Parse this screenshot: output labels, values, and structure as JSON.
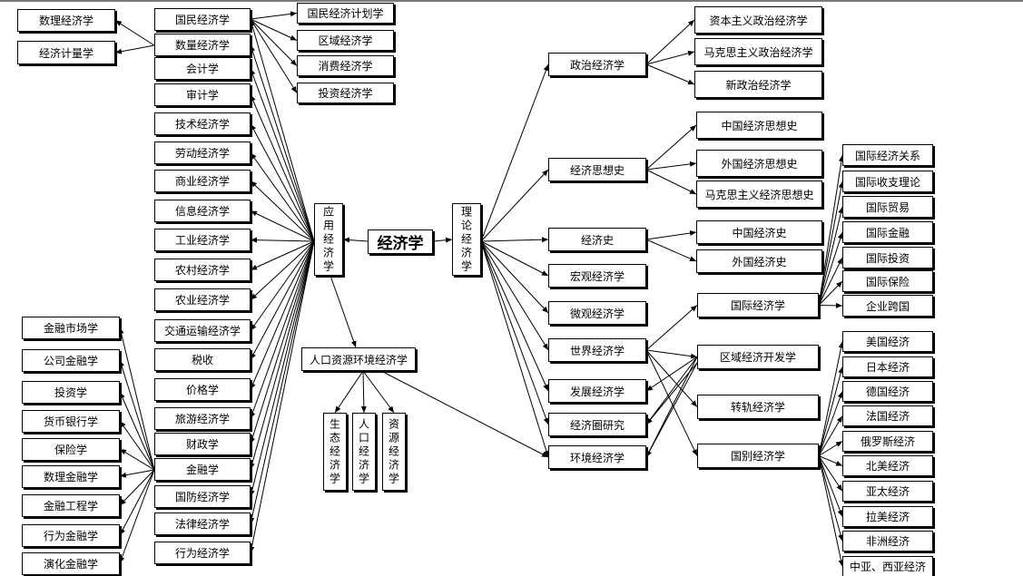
{
  "root": "经济学",
  "applied": "应用经济学",
  "theory": "理论经济学",
  "population": "人口资源环境经济学",
  "pop_subs": [
    "生态经济学",
    "人口经济学",
    "资源经济学"
  ],
  "left_main": [
    "国民经济学",
    "数量经济学",
    "会计学",
    "审计学",
    "技术经济学",
    "劳动经济学",
    "商业经济学",
    "信息经济学",
    "工业经济学",
    "农村经济学",
    "农业经济学",
    "交通运输经济学",
    "税收",
    "价格学",
    "旅游经济学",
    "财政学",
    "金融学",
    "国防经济学",
    "法律经济学",
    "行为经济学"
  ],
  "national_subs": [
    "国民经济计划学",
    "区域经济学",
    "消费经济学",
    "投资经济学"
  ],
  "quant_subs": [
    "数理经济学",
    "经济计量学"
  ],
  "finance_subs": [
    "金融市场学",
    "公司金融学",
    "投资学",
    "货币银行学",
    "保险学",
    "数理金融学",
    "金融工程学",
    "行为金融学",
    "演化金融学"
  ],
  "theory_subs": [
    "政治经济学",
    "经济思想史",
    "经济史",
    "宏观经济学",
    "微观经济学",
    "世界经济学",
    "发展经济学",
    "经济圈研究",
    "环境经济学"
  ],
  "political_subs": [
    "资本主义政治经济学",
    "马克思主义政治经济学",
    "新政治经济学"
  ],
  "thought_subs": [
    "中国经济思想史",
    "外国经济思想史",
    "马克思主义经济思想史"
  ],
  "history_subs": [
    "中国经济史",
    "外国经济史"
  ],
  "world_subs": [
    "国际经济学",
    "区域经济开发学",
    "转轨经济学",
    "国别经济学"
  ],
  "intl_subs": [
    "国际经济关系",
    "国际收支理论",
    "国际贸易",
    "国际金融",
    "国际投资",
    "国际保险",
    "企业跨国"
  ],
  "country_subs": [
    "美国经济",
    "日本经济",
    "德国经济",
    "法国经济",
    "俄罗斯经济",
    "北美经济",
    "亚太经济",
    "拉美经济",
    "非洲经济",
    "中亚、西亚经济"
  ]
}
